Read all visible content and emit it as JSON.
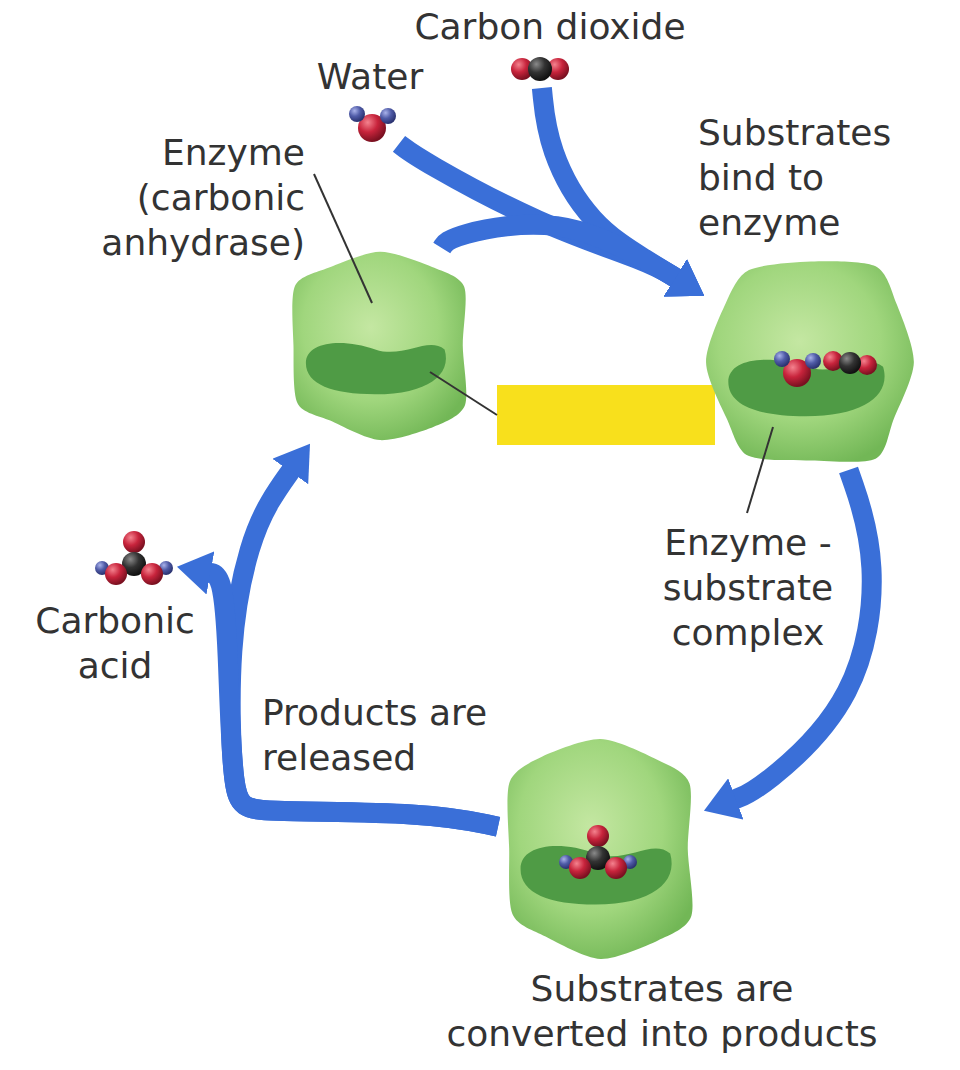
{
  "diagram": {
    "nodes": [
      {
        "text": [
          "Carbon dioxide"
        ]
      },
      {
        "text": [
          "Water"
        ]
      },
      {
        "text": [
          "Enzyme (carbonic anhydrase)"
        ]
      },
      {
        "text": [
          "Substrates bind to enzyme",
          "Enzyme - substrate complex"
        ]
      },
      {
        "text": [
          "Carbonic acid"
        ]
      },
      {
        "text": [
          "Substrates are converted into products"
        ]
      }
    ],
    "edges": [
      {
        "from": 0,
        "to": 3,
        "arrow": "to"
      },
      {
        "from": 1,
        "to": 3,
        "arrow": "to"
      },
      {
        "from": 2,
        "to": 3,
        "arrow": "to"
      },
      {
        "from": 3,
        "to": 5,
        "arrow": "to"
      },
      {
        "from": 5,
        "to": 2,
        "label": "Products are released",
        "arrow": "to"
      },
      {
        "from": 5,
        "to": 4,
        "arrow": "to"
      }
    ]
  }
}
